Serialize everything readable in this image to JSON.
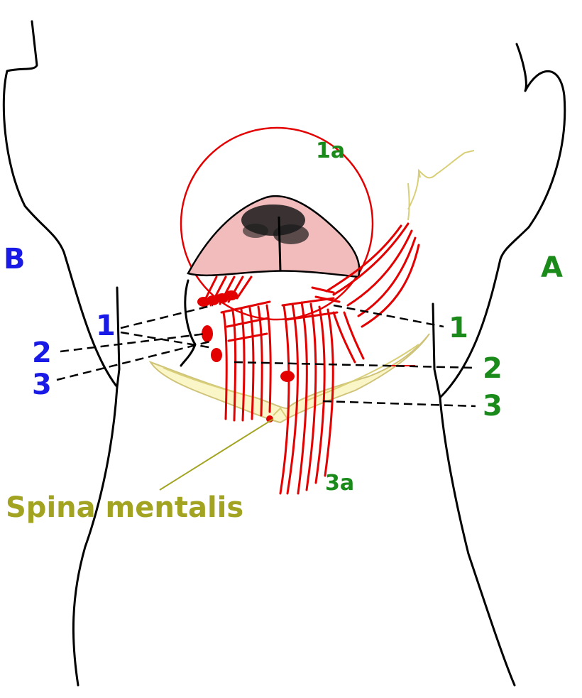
{
  "labels": {
    "side_left": "B",
    "side_right": "A",
    "left_numbers": [
      "1",
      "2",
      "3"
    ],
    "right_numbers": [
      "1",
      "2",
      "3"
    ],
    "top_circle": "1a",
    "lower_bundle": "3a",
    "spina": "Spina mentalis"
  },
  "colors": {
    "left_labels": "#1a1ae6",
    "right_labels": "#1a8a1a",
    "muscle": "#e30000",
    "bone": "#fbf6c8",
    "tongue": "#f2bcbc",
    "spina_label": "#a3a322"
  }
}
